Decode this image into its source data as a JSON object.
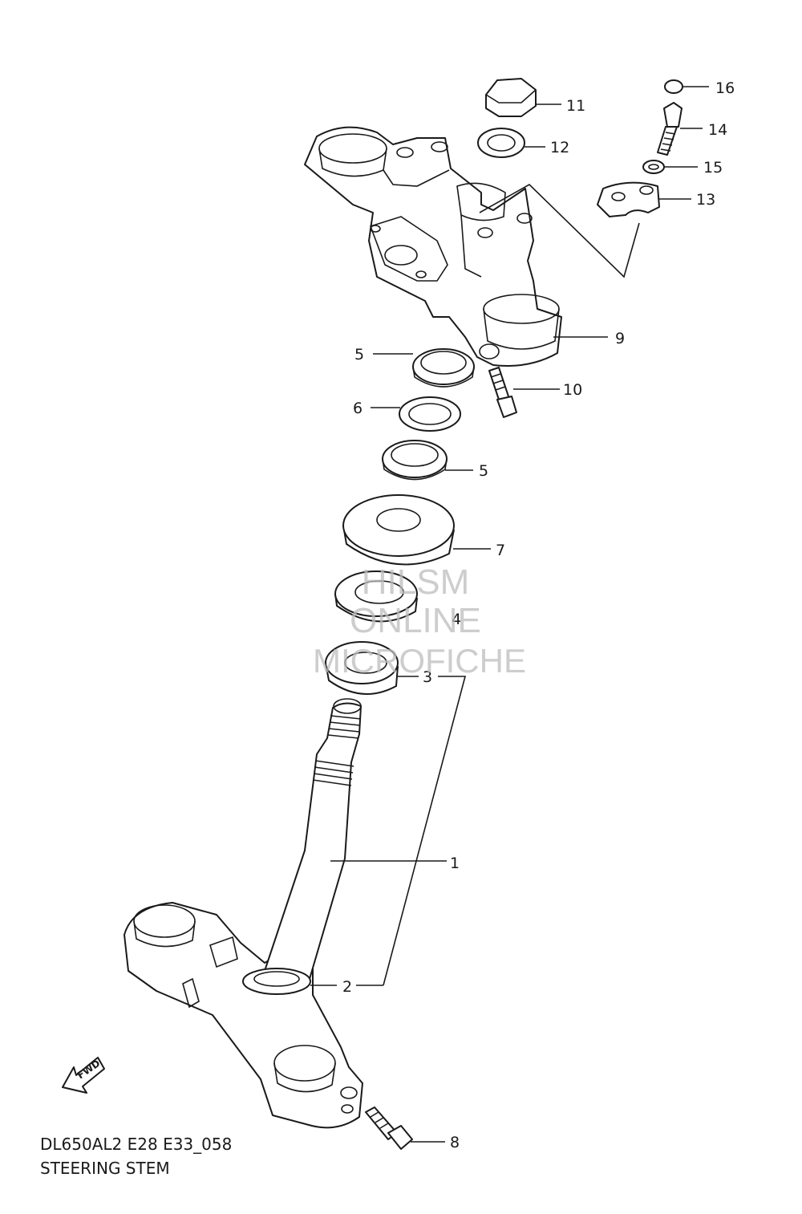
{
  "diagram": {
    "code": "DL650AL2 E28 E33_058",
    "title": "STEERING STEM",
    "fwd_label": "FWD",
    "watermark": [
      "HILSM",
      "ONLINE",
      "MICROFICHE"
    ],
    "callouts": [
      "1",
      "2",
      "3",
      "4",
      "5",
      "5",
      "6",
      "7",
      "8",
      "9",
      "10",
      "11",
      "12",
      "13",
      "14",
      "15",
      "16"
    ]
  }
}
